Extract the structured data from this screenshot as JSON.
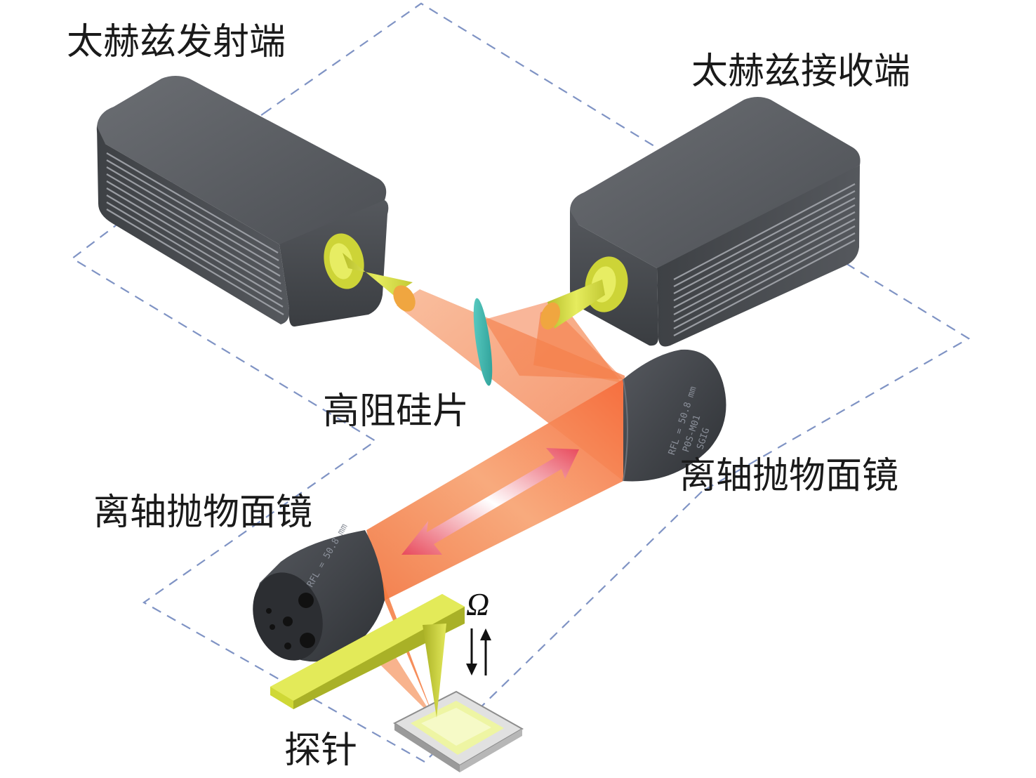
{
  "labels": {
    "emitter": "太赫兹发射端",
    "receiver": "太赫兹接收端",
    "silicon": "高阻硅片",
    "mirror_right": "离轴抛物面镜",
    "mirror_left": "离轴抛物面镜",
    "probe": "探针",
    "omega": "Ω"
  },
  "mirror_markings": {
    "right": [
      "RFL = 50.8 mm",
      "P0S-M01",
      "SGIG"
    ],
    "left": [
      "RFL = 50.8 mm"
    ]
  },
  "colors": {
    "device_body": "#4a4d52",
    "horn": "#d8e04a",
    "beam": "#f4783c",
    "silicon_wafer": "#3fb6ae",
    "probe": "#d9e23c",
    "dashed_frame": "#7f93c4"
  }
}
